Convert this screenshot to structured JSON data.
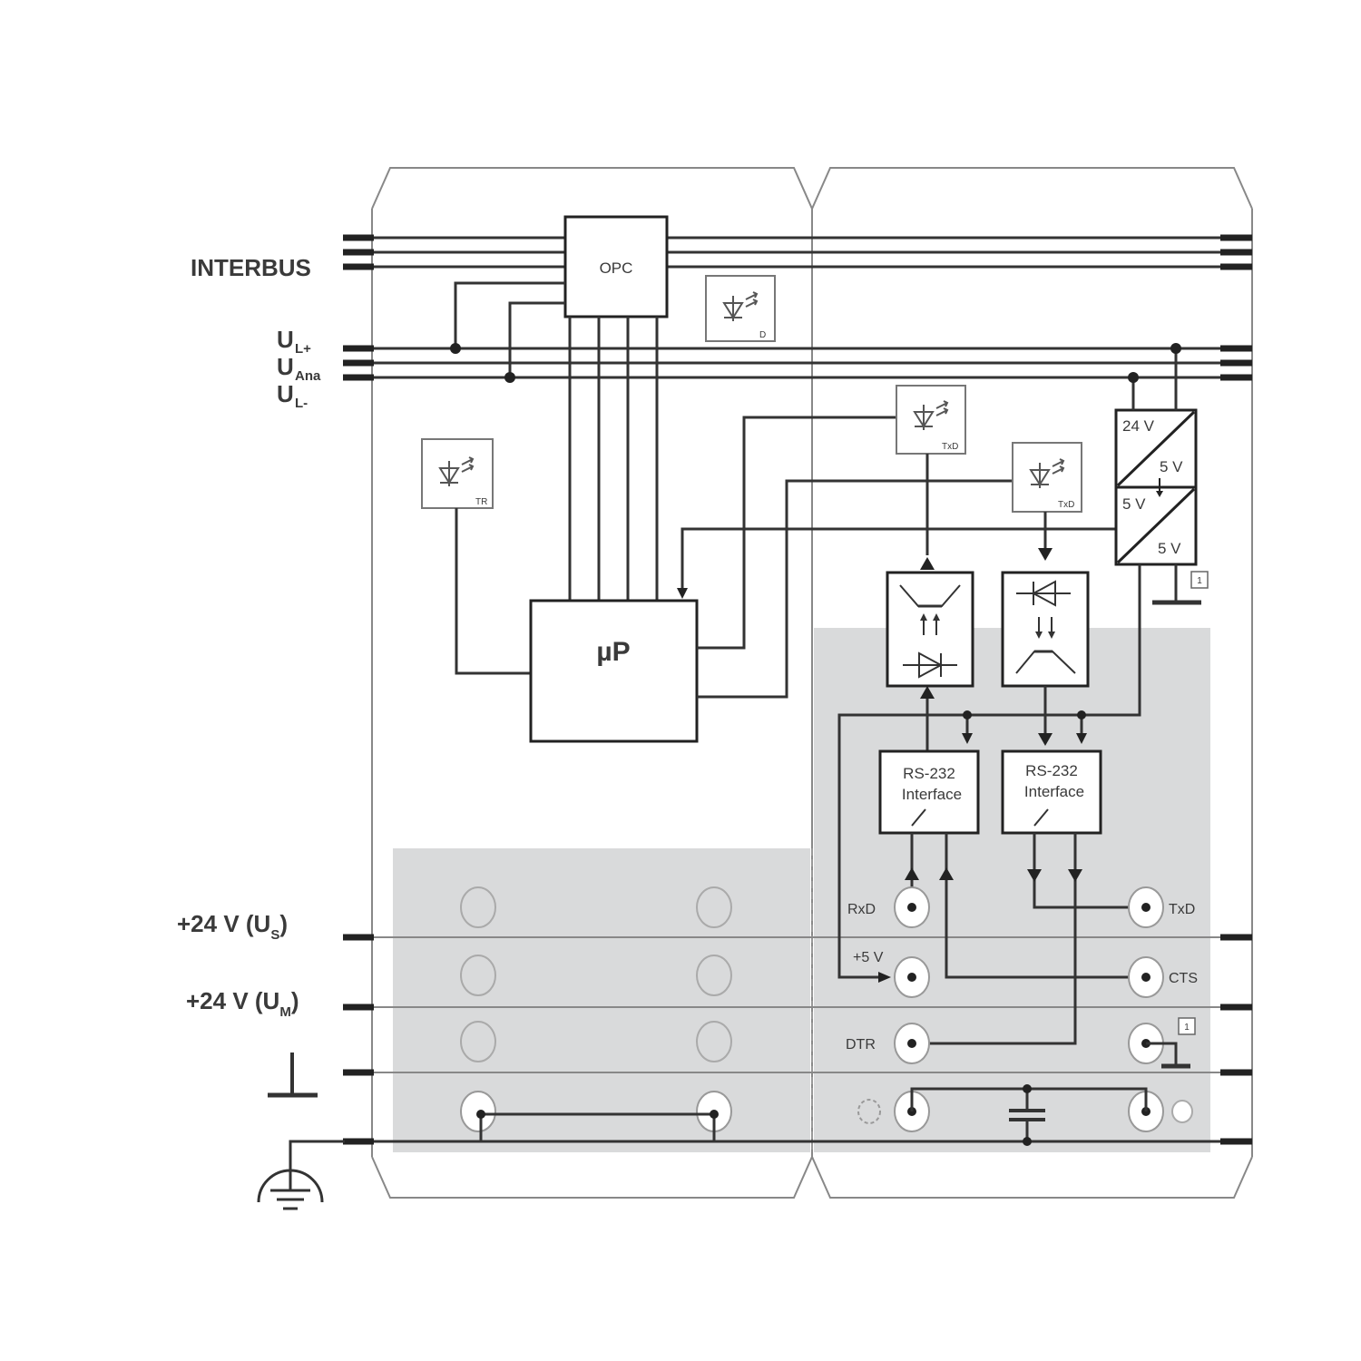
{
  "labels": {
    "interbus": "INTERBUS",
    "ul_plus": "U",
    "ul_plus_sub": "L+",
    "uana": "U",
    "uana_sub": "Ana",
    "ul_minus": "U",
    "ul_minus_sub": "L-",
    "us": "+24 V (U",
    "us_sub": "S",
    "us_close": ")",
    "um": "+24 V (U",
    "um_sub": "M",
    "um_close": ")"
  },
  "blocks": {
    "opc": "OPC",
    "up": "µP",
    "rs232_1_line1": "RS-232",
    "rs232_1_line2": "Interface",
    "rs232_2_line1": "RS-232",
    "rs232_2_line2": "Interface",
    "conv_top_in": "24 V",
    "conv_top_out": "5 V",
    "conv_bot_in": "5 V",
    "conv_bot_out": "5 V"
  },
  "leds": {
    "led_d": "D",
    "led_tr": "TR",
    "led_txd1": "TxD",
    "led_txd2": "TxD"
  },
  "terminals": {
    "rxd": "RxD",
    "plus5v": "+5 V",
    "dtr": "DTR",
    "txd": "TxD",
    "cts": "CTS"
  },
  "notes": {
    "note1": "1",
    "note2": "1"
  }
}
